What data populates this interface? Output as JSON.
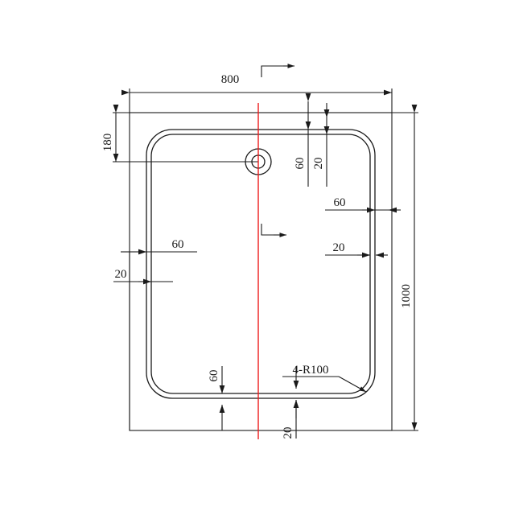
{
  "drawing": {
    "title": "Shower tray technical drawing - top view",
    "units": "mm",
    "line_color": "#1a1a1a",
    "centerline_color": "#ee1c1c",
    "background": "#ffffff"
  },
  "dimensions": {
    "overall_width": "800",
    "overall_height": "1000",
    "drain_from_top": "180",
    "top_offset_60": "60",
    "top_offset_20": "20",
    "right_offset_60": "60",
    "right_offset_20": "20",
    "left_offset_60": "60",
    "left_offset_20": "20",
    "bottom_offset_60": "60",
    "bottom_offset_20": "20",
    "corner_radius_note": "4-R100"
  },
  "features": {
    "drain": "drain-hole",
    "tray": "rounded-rectangle-tray",
    "outline": "outer-boundary-rectangle",
    "centerline": "vertical-centerline"
  }
}
